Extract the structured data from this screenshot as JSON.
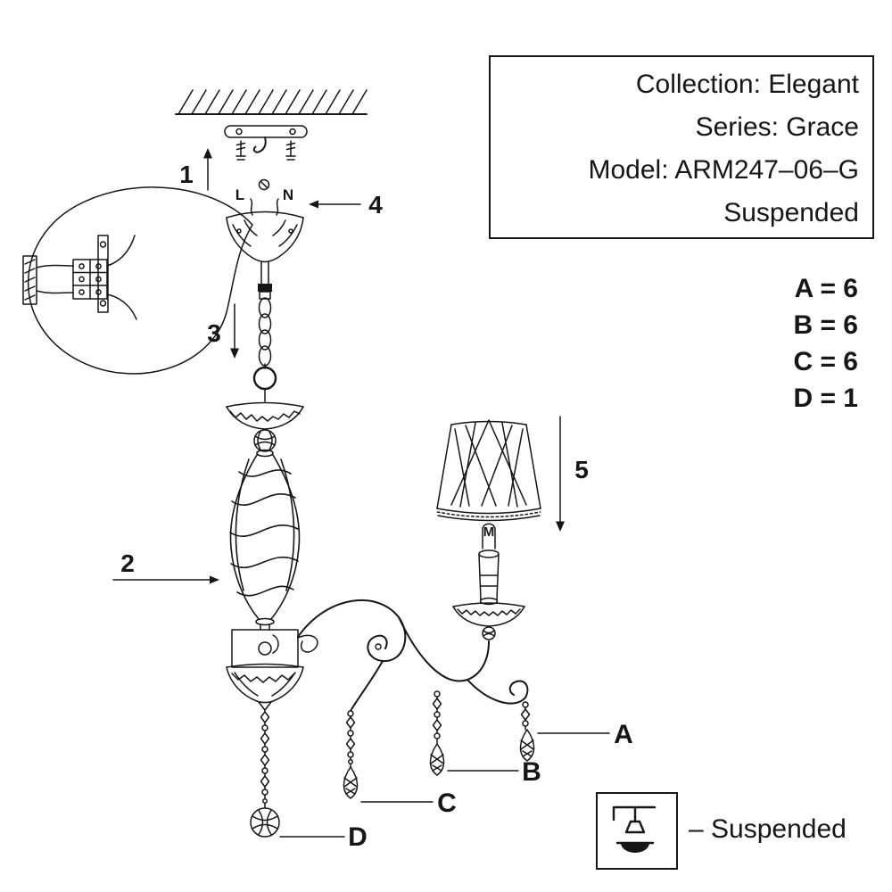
{
  "colors": {
    "ink": "#161616",
    "background": "#ffffff"
  },
  "info_box": {
    "collection": "Collection: Elegant",
    "series": "Series: Grace",
    "model": "Model: ARM247–06–G",
    "type": "Suspended"
  },
  "parts_count": [
    "A = 6",
    "B = 6",
    "C = 6",
    "D = 1"
  ],
  "callouts": {
    "step1": "1",
    "step2": "2",
    "step3": "3",
    "step4": "4",
    "step5": "5"
  },
  "wiring": {
    "live": "L",
    "neutral": "N"
  },
  "socket": {
    "label": "M"
  },
  "crystals": {
    "a": "A",
    "b": "B",
    "c": "C",
    "d": "D"
  },
  "legend": {
    "label": "– Suspended"
  }
}
